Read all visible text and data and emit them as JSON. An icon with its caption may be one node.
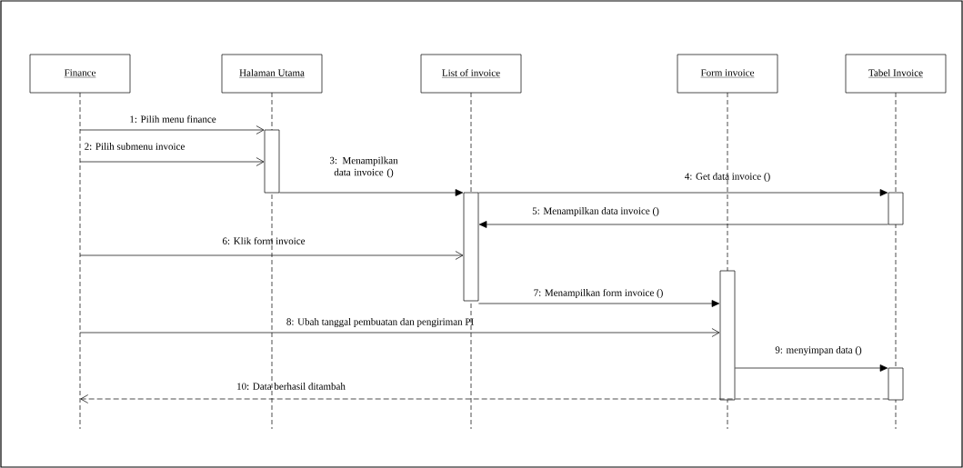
{
  "diagram": {
    "nodes": [
      {
        "text": [
          "Finance"
        ]
      },
      {
        "text": [
          "Halaman Utama"
        ]
      },
      {
        "text": [
          "List of invoice"
        ]
      },
      {
        "text": [
          "Form invoice"
        ]
      },
      {
        "text": [
          "Tabel Invoice"
        ]
      },
      {
        "text": [],
        "shape": "bar",
        "in": 1
      },
      {
        "text": [],
        "shape": "bar",
        "in": 2
      },
      {
        "text": [],
        "shape": "bar",
        "in": 4
      },
      {
        "text": [],
        "shape": "bar",
        "in": 3
      },
      {
        "text": [],
        "shape": "bar",
        "in": 4
      }
    ],
    "edges": [
      {
        "from": 0,
        "to": 5,
        "arrow": "to",
        "label": "1: Pilih menu finance"
      },
      {
        "from": 0,
        "to": 5,
        "arrow": "to",
        "label": "2: Pilih submenu invoice"
      },
      {
        "from": 5,
        "to": 6,
        "arrow": "to",
        "label": "3: Menampilkan data invoice ()"
      },
      {
        "from": 6,
        "to": 7,
        "arrow": "to",
        "label": "4: Get data invoice ()"
      },
      {
        "from": 7,
        "to": 6,
        "arrow": "to",
        "label": "5: Menampilkan data invoice ()"
      },
      {
        "from": 0,
        "to": 6,
        "arrow": "to",
        "label": "6: Klik form invoice"
      },
      {
        "from": 6,
        "to": 8,
        "arrow": "to",
        "label": "7: Menampilkan form invoice ()"
      },
      {
        "from": 0,
        "to": 8,
        "arrow": "to",
        "label": "8: Ubah tanggal pembuatan dan pengiriman PI"
      },
      {
        "from": 8,
        "to": 9,
        "arrow": "to",
        "label": "9: menyimpan data ()"
      },
      {
        "from": 9,
        "to": 0,
        "arrow": "to",
        "label": "10: Data berhasil ditambah",
        "style": "dashed"
      }
    ]
  }
}
